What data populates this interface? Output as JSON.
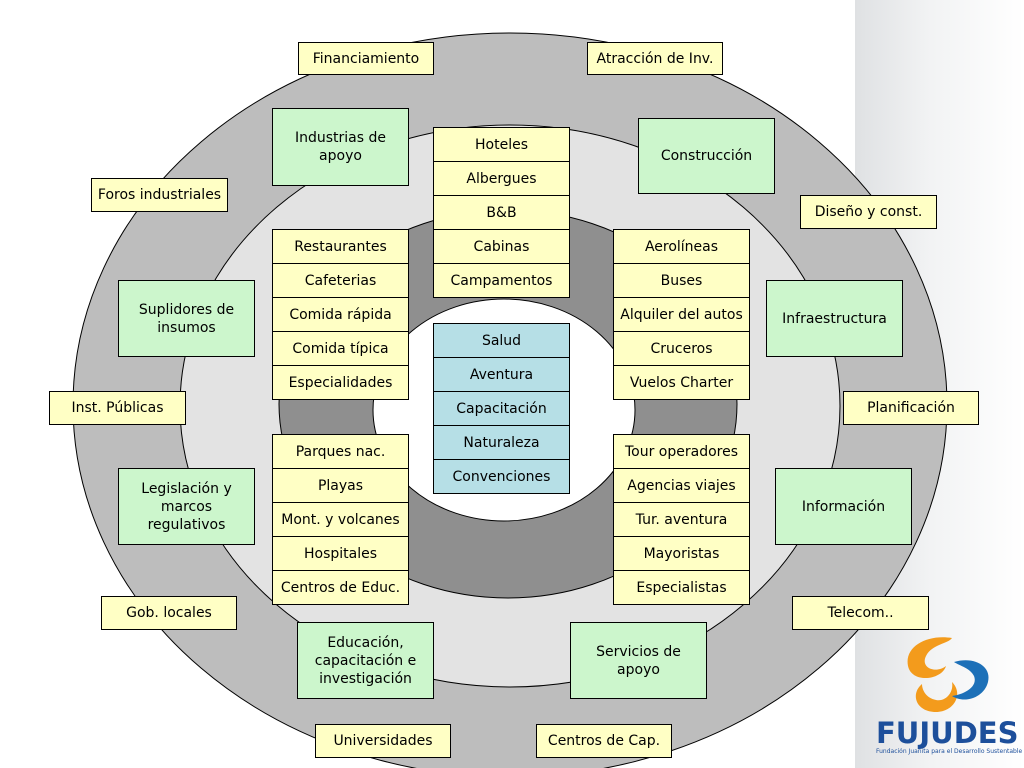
{
  "outer_ring": {
    "financiamiento": "Financiamiento",
    "atraccion": "Atracción de Inv.",
    "foros": "Foros industriales",
    "diseno": "Diseño y const.",
    "inst_publicas": "Inst. Públicas",
    "planificacion": "Planificación",
    "gob_locales": "Gob. locales",
    "telecom": "Telecom..",
    "universidades": "Universidades",
    "centros_cap": "Centros de Cap."
  },
  "middle_ring": {
    "industrias": "Industrias de apoyo",
    "construccion": "Construcción",
    "suplidores": "Suplidores de insumos",
    "infraestructura": "Infraestructura",
    "legislacion": "Legislación y marcos regulativos",
    "informacion": "Información",
    "educacion": "Educación, capacitación e investigación",
    "servicios": "Servicios de apoyo"
  },
  "lodging": [
    "Hoteles",
    "Albergues",
    "B&B",
    "Cabinas",
    "Campamentos"
  ],
  "food": [
    "Restaurantes",
    "Cafeterias",
    "Comida rápida",
    "Comida típica",
    "Especialidades"
  ],
  "transport": [
    "Aerolíneas",
    "Buses",
    "Alquiler del autos",
    "Cruceros",
    "Vuelos Charter"
  ],
  "attractions": [
    "Parques nac.",
    "Playas",
    "Mont. y volcanes",
    "Hospitales",
    "Centros de Educ."
  ],
  "operators": [
    "Tour operadores",
    "Agencias viajes",
    "Tur. aventura",
    "Mayoristas",
    "Especialistas"
  ],
  "core": [
    "Salud",
    "Aventura",
    "Capacitación",
    "Naturaleza",
    "Convenciones"
  ],
  "colors": {
    "outer_ring": "#bdbdbd",
    "middle_ring": "#e3e3e3",
    "inner_ring": "#8f8f8f",
    "core_disc": "#ffffff",
    "yellow_box": "#ffffc5",
    "green_box": "#ccf6cc",
    "blue_box": "#b6dfe6",
    "logo_orange": "#f39b1c",
    "logo_blue": "#1d70b8"
  },
  "logo": {
    "name": "FUJUDES",
    "tagline": "Fundación Juanita para el Desarrollo Sustentable"
  }
}
